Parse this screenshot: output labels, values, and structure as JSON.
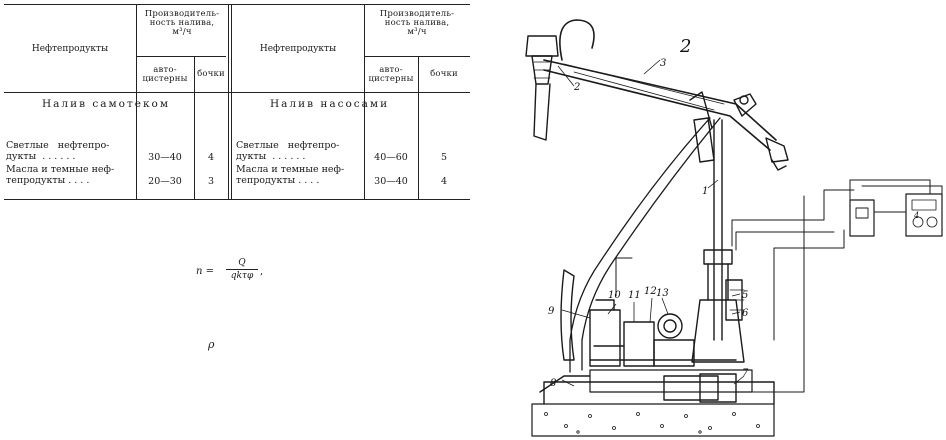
{
  "table": {
    "col_product": "Нефтепродукты",
    "col_productivity": "Производитель-\nность налива,\nм³/ч",
    "sub_tank": "авто-\nцистерны",
    "sub_barrel": "бочки",
    "section_gravity": "Налив самотеком",
    "section_pump": "Налив насосами",
    "left_rows": [
      {
        "label": "Светлые   нефтепро-\nдукты  . . . . . .",
        "tank": "30—40",
        "barrel": "4"
      },
      {
        "label": "Масла и темные неф-\nтепродукты . . . .",
        "tank": "20—30",
        "barrel": "3"
      }
    ],
    "right_rows": [
      {
        "label": "Светлые   нефтепро-\nдукты  . . . . . .",
        "tank": "40—60",
        "barrel": "5"
      },
      {
        "label": "Масла и темные неф-\nтепродукты . . . .",
        "tank": "30—40",
        "barrel": "4"
      }
    ]
  },
  "formula": {
    "lhs": "n =",
    "numerator": "Q",
    "denominator": "qkτφ",
    "trail": ","
  },
  "rho": "ρ",
  "figure": {
    "callouts": [
      "1",
      "2",
      "3",
      "4",
      "5",
      "6",
      "7",
      "8",
      "9",
      "10",
      "11",
      "12",
      "13"
    ],
    "big_callout": "2"
  }
}
